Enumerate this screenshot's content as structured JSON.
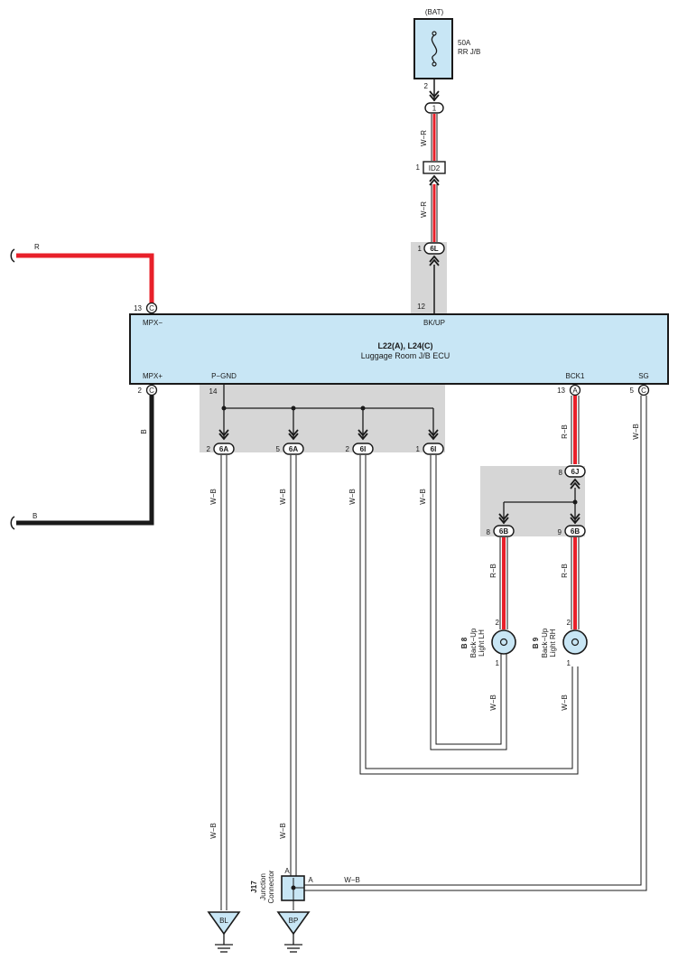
{
  "power": {
    "source": "(BAT)",
    "fuse_rating": "50A",
    "fuse_box": "RR J/B",
    "fuse_pin": "2"
  },
  "ecu": {
    "name": "L22(A), L24(C)",
    "description": "Luggage Room J/B ECU",
    "terminals": {
      "mpx_minus": {
        "label": "MPX−",
        "pin": "13",
        "conn": "C"
      },
      "bk_up": {
        "label": "BK/UP",
        "pin": "12"
      },
      "mpx_plus": {
        "label": "MPX+",
        "pin": "2",
        "conn": "C"
      },
      "p_gnd": {
        "label": "P−GND",
        "pin": "14"
      },
      "bck1": {
        "label": "BCK1",
        "pin": "13",
        "conn": "A"
      },
      "sg": {
        "label": "SG",
        "pin": "5",
        "conn": "C"
      }
    }
  },
  "connectors": {
    "c1": {
      "id": "1"
    },
    "id2": {
      "id": "ID2",
      "pin": "1"
    },
    "c6l": {
      "id": "6L",
      "pin": "1"
    },
    "c6a_2": {
      "id": "6A",
      "pin": "2"
    },
    "c6a_5": {
      "id": "6A",
      "pin": "5"
    },
    "c6i_2": {
      "id": "6I",
      "pin": "2"
    },
    "c6i_1": {
      "id": "6I",
      "pin": "1"
    },
    "c6j": {
      "id": "6J",
      "pin": "8"
    },
    "c6b_8": {
      "id": "6B",
      "pin": "8"
    },
    "c6b_9": {
      "id": "6B",
      "pin": "9"
    },
    "conn_c": "C",
    "conn_a": "A"
  },
  "wires": {
    "w_r": "W−R",
    "r": "R",
    "b": "B",
    "w_b": "W−B",
    "r_b": "R−B"
  },
  "lights": {
    "lh": {
      "code": "B 8",
      "name_line1": "Back−Up",
      "name_line2": "Light LH",
      "pin_top": "2",
      "pin_bottom": "1"
    },
    "rh": {
      "code": "B 9",
      "name_line1": "Back−Up",
      "name_line2": "Light RH",
      "pin_top": "2",
      "pin_bottom": "1"
    }
  },
  "junction": {
    "code": "J17",
    "name_line1": "Junction",
    "name_line2": "Connector",
    "pin_left": "A",
    "pin_right": "A"
  },
  "grounds": {
    "bl": "BL",
    "bp": "BP"
  },
  "colors": {
    "ecu_fill": "#c8e6f5",
    "shade": "#d6d6d6",
    "wire_red": "#e8202a",
    "wire_black": "#1a1a1a"
  }
}
